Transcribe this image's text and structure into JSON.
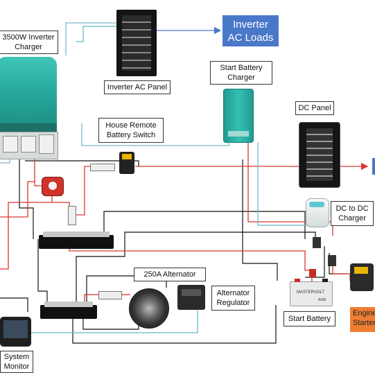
{
  "labels": {
    "inverter_charger": "3500W Inverter\nCharger",
    "inverter_ac_loads": "Inverter\nAC Loads",
    "inverter_ac_panel": "Inverter AC Panel",
    "start_battery_charger": "Start Battery\nCharger",
    "dc_panel": "DC Panel",
    "house_remote_switch": "House Remote\nBattery Switch",
    "dc_to_dc_charger": "DC to DC\nCharger",
    "alternator": "250A Alternator",
    "alternator_regulator": "Alternator\nRegulator",
    "start_battery": "Start Battery",
    "engine_starter": "Engine\nStarter",
    "system_monitor": "System\nMonitor"
  },
  "device_text": {
    "battery_brand": "MASTERVOLT",
    "battery_model": "AGM"
  },
  "colors": {
    "ac_wire": "#7fb3cf",
    "positive_wire": "#d9362b",
    "negative_wire": "#111111",
    "data_wire": "#5fb8c2",
    "inverter_teal": "#2bb3a6",
    "label_blue": "#4a78c9",
    "starter_orange": "#ef7d31"
  },
  "icons": [
    "inverter-charger-icon",
    "ac-breaker-panel-icon",
    "battery-charger-icon",
    "dc-breaker-panel-icon",
    "remote-battery-switch-icon",
    "battery-switch-icon",
    "fuse-icon",
    "busbar-icon",
    "alternator-icon",
    "regulator-icon",
    "battery-icon",
    "relay-icon",
    "monitor-display-icon",
    "dc-dc-charger-icon"
  ]
}
